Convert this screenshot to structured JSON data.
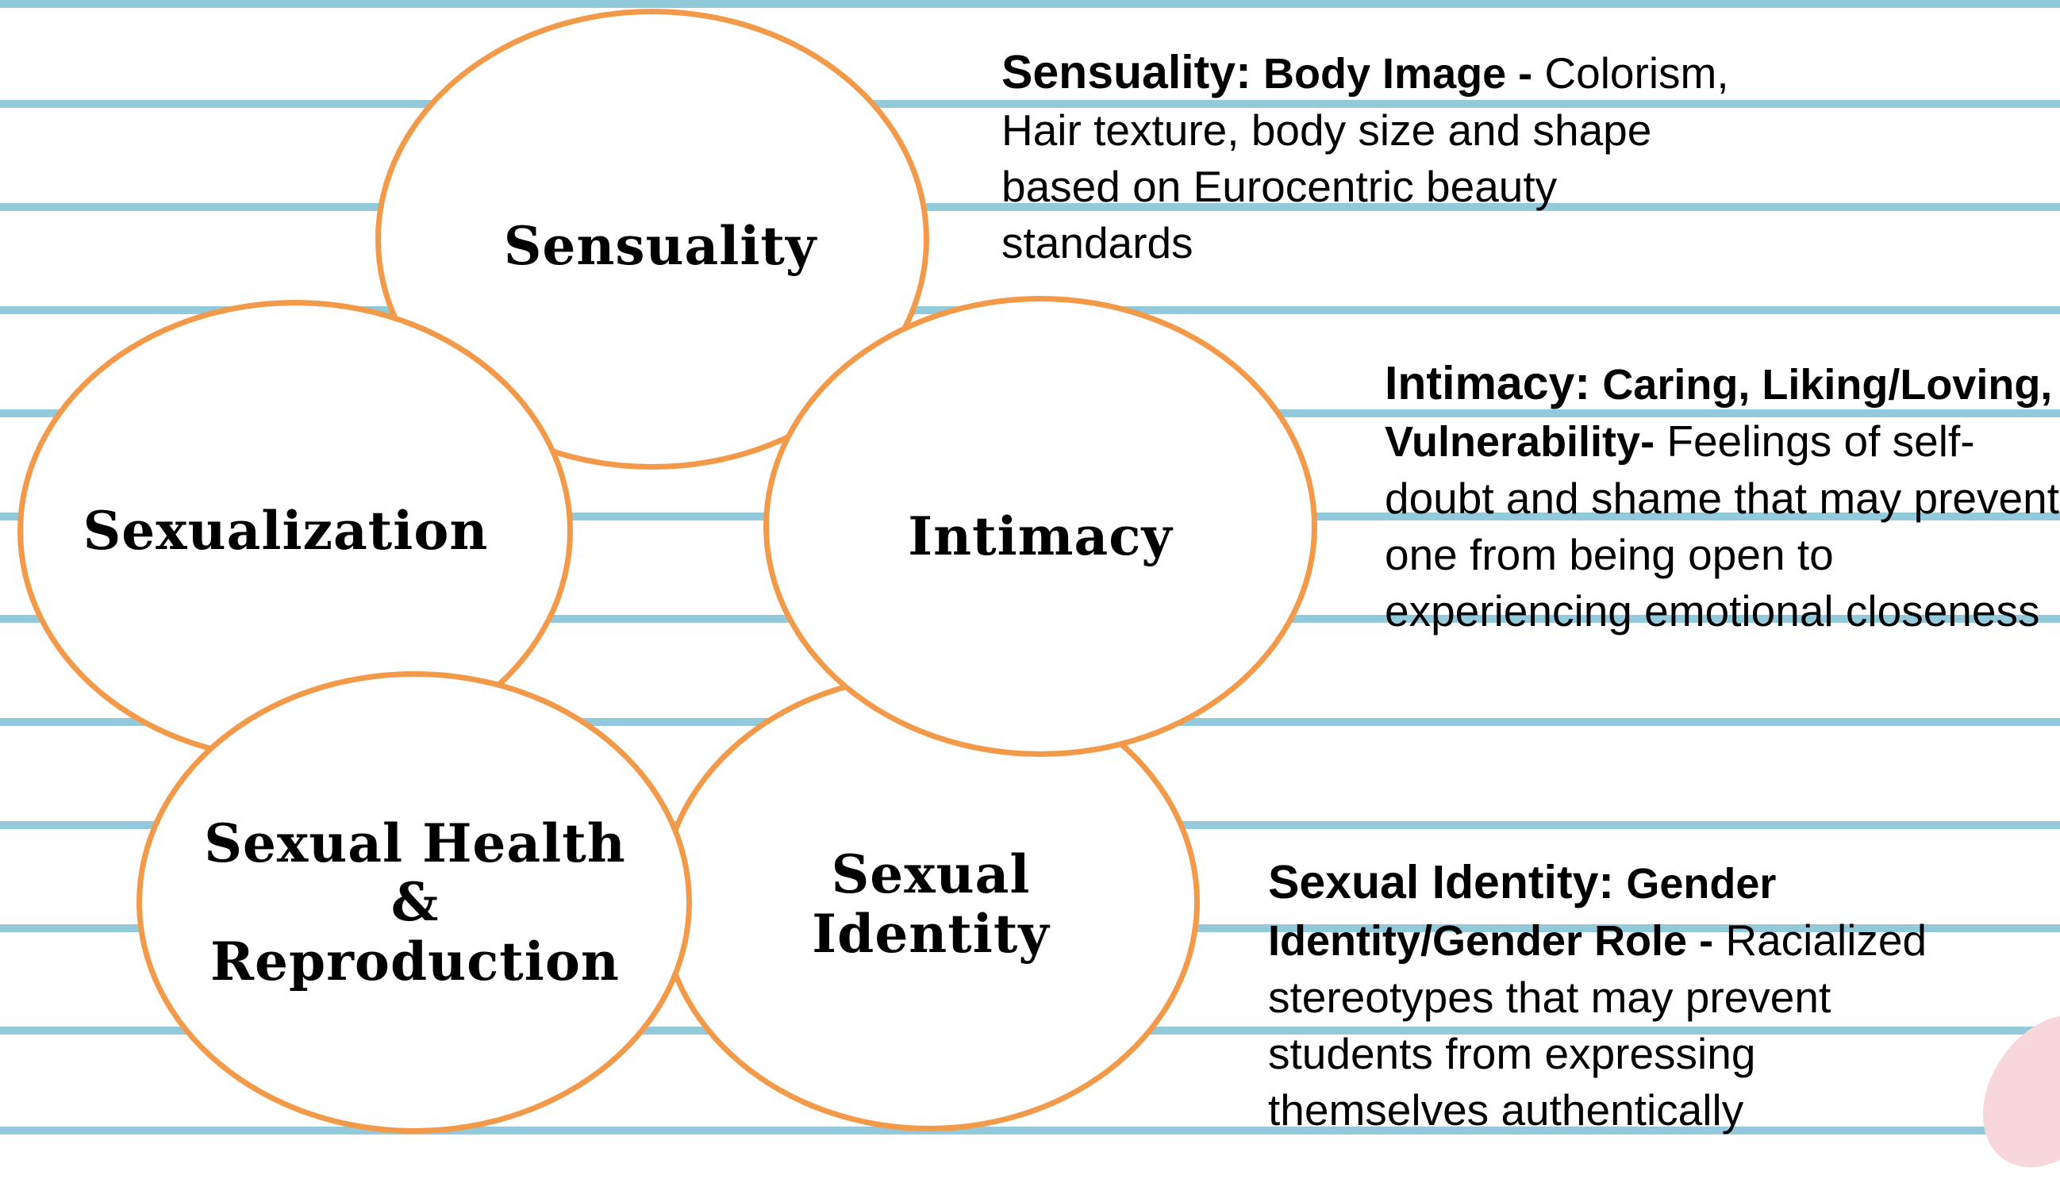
{
  "colors": {
    "line": "#92cadc",
    "circle_border": "#f39a4a",
    "accent_pink": "#f8d7dc"
  },
  "circles": {
    "sensuality": "Sensuality",
    "sexualization": "Sexualization",
    "intimacy": "Intimacy",
    "sexual_health": "Sexual Health\n&\nReproduction",
    "sexual_identity": "Sexual\nIdentity"
  },
  "descriptions": {
    "sensuality": {
      "title": "Sensuality:",
      "subtitle": "Body Image -",
      "body": "Colorism, Hair texture, body size and shape based on Eurocentric beauty standards"
    },
    "intimacy": {
      "title": "Intimacy:",
      "subtitle": "Caring, Liking/Loving, Vulnerability-",
      "body": "Feelings of self-doubt and shame that may prevent one from being open to experiencing emotional closeness"
    },
    "sexual_identity": {
      "title": "Sexual Identity:",
      "subtitle": "Gender Identity/Gender Role -",
      "body": "Racialized stereotypes that may prevent students from expressing themselves authentically"
    }
  }
}
